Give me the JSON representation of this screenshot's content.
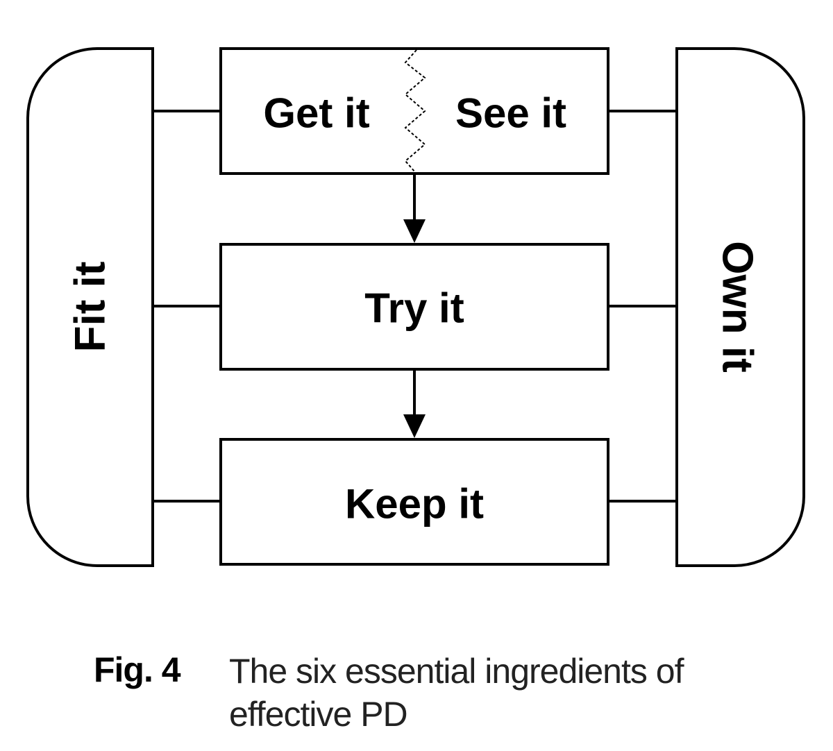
{
  "figure": {
    "nodes": {
      "get_it": "Get it",
      "see_it": "See it",
      "try_it": "Try it",
      "keep_it": "Keep it",
      "fit_it": "Fit it",
      "own_it": "Own it"
    },
    "caption": {
      "label": "Fig. 4",
      "text": "The six essential ingredients of effective PD"
    }
  },
  "colors": {
    "stroke": "#000000",
    "background": "#ffffff"
  }
}
